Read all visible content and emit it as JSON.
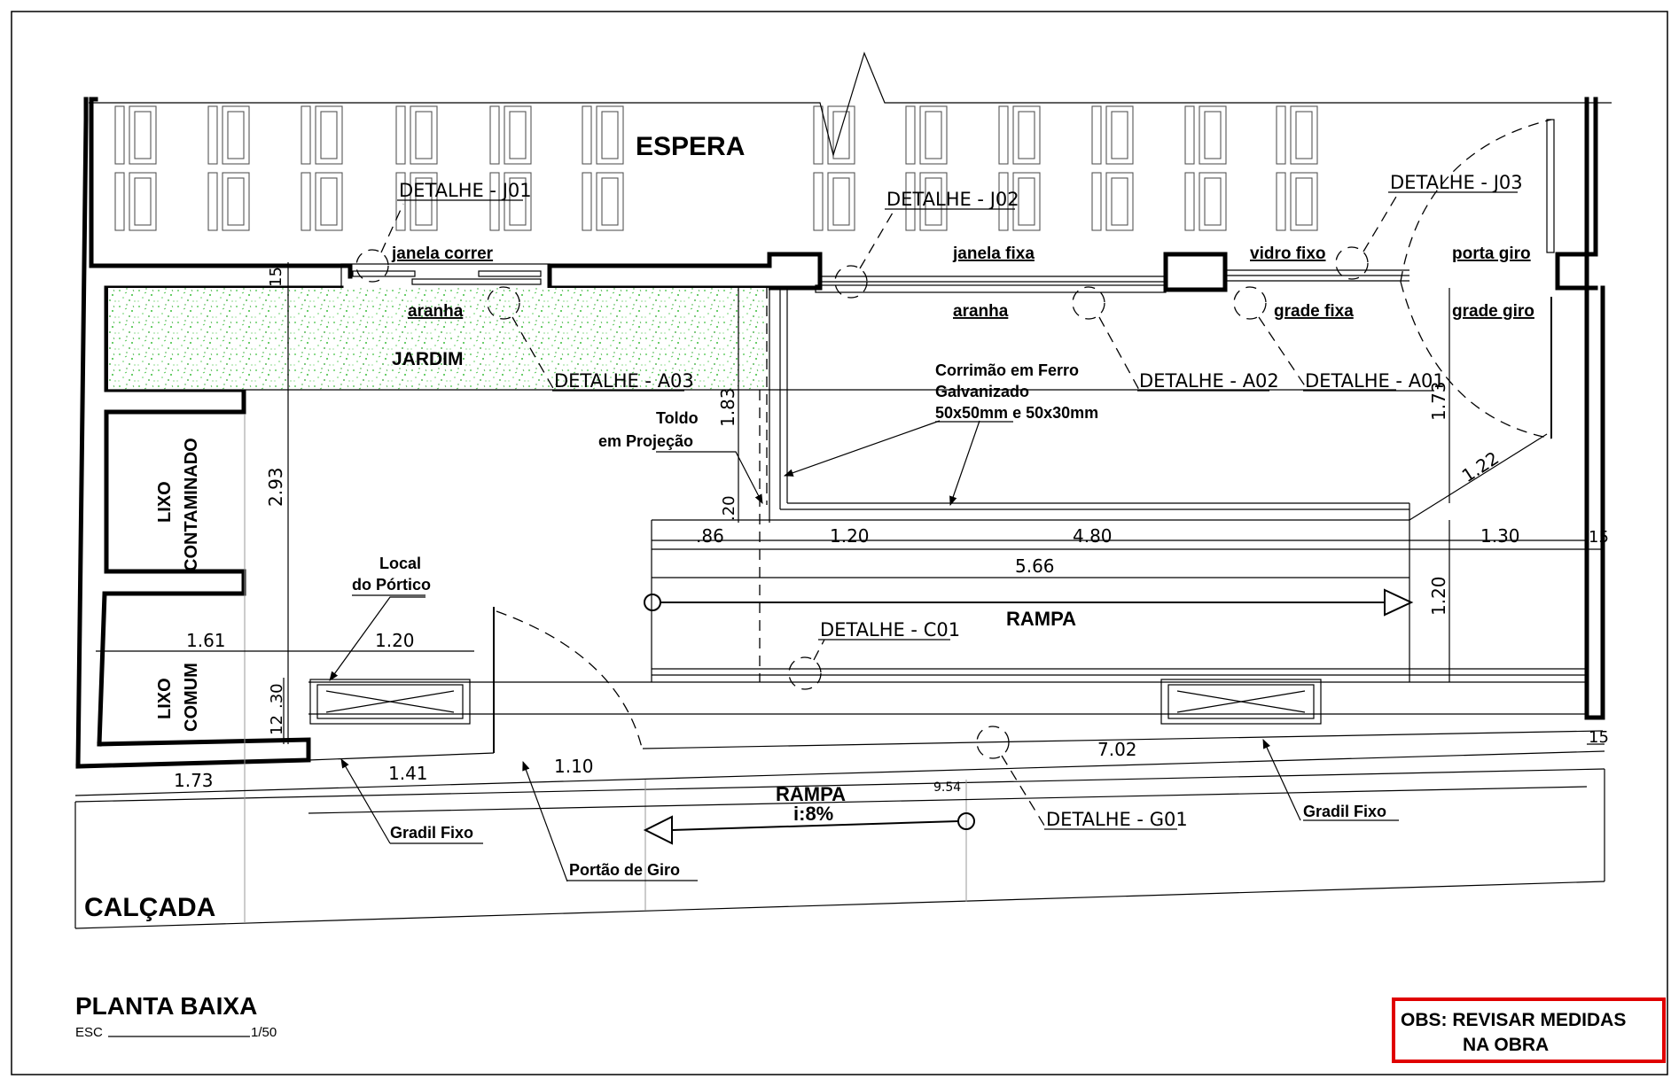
{
  "rooms": {
    "espera": "ESPERA",
    "jardim": "JARDIM",
    "lixo_contaminado_1": "LIXO",
    "lixo_contaminado_2": "CONTAMINADO",
    "lixo_comum_1": "LIXO",
    "lixo_comum_2": "COMUM",
    "calcada": "CALÇADA"
  },
  "details": {
    "j01": "DETALHE - J01",
    "j02": "DETALHE - J02",
    "j03": "DETALHE - J03",
    "a01": "DETALHE - A01",
    "a02": "DETALHE - A02",
    "a03": "DETALHE - A03",
    "c01": "DETALHE - C01",
    "g01": "DETALHE - G01"
  },
  "elements": {
    "janela_correr": "janela correr",
    "janela_fixa": "janela fixa",
    "vidro_fixo": "vidro fixo",
    "porta_giro": "porta giro",
    "aranha_1": "aranha",
    "aranha_2": "aranha",
    "grade_fixa": "grade fixa",
    "grade_giro": "grade giro"
  },
  "notes": {
    "corrimao_1": "Corrimão em Ferro",
    "corrimao_2": "Galvanizado",
    "corrimao_3": "50x50mm e 50x30mm",
    "toldo_1": "Toldo",
    "toldo_2": "em Projeção",
    "portico_1": "Local",
    "portico_2": "do Pórtico",
    "rampa_inner": "RAMPA",
    "rampa_outer": "RAMPA",
    "rampa_slope": "i:8%",
    "gradil_1": "Gradil Fixo",
    "gradil_2": "Gradil Fixo",
    "portao": "Portão de Giro"
  },
  "dimensions": {
    "d15_top": "15",
    "d183": "1.83",
    "d293": "2.93",
    "d20": ".20",
    "d173_right": "1.73",
    "d122": "1.22",
    "d86": ".86",
    "d120_a": "1.20",
    "d480": "4.80",
    "d130": "1.30",
    "d15_right": "15",
    "d566": "5.66",
    "d120_v": "1.20",
    "d161": "1.61",
    "d120_b": "1.20",
    "d12": "12",
    "d30": ".30",
    "d702": "7.02",
    "d15_low": "15",
    "d173_bottom": "1.73",
    "d141": "1.41",
    "d110": "1.10",
    "d954": "9.54"
  },
  "title": {
    "main": "PLANTA BAIXA",
    "esc_label": "ESC",
    "esc_value": "1/50"
  },
  "obs": {
    "line1": "OBS: REVISAR MEDIDAS",
    "line2": "NA OBRA",
    "border_color": "#e00000"
  },
  "colors": {
    "garden": "#3bbf3b"
  }
}
